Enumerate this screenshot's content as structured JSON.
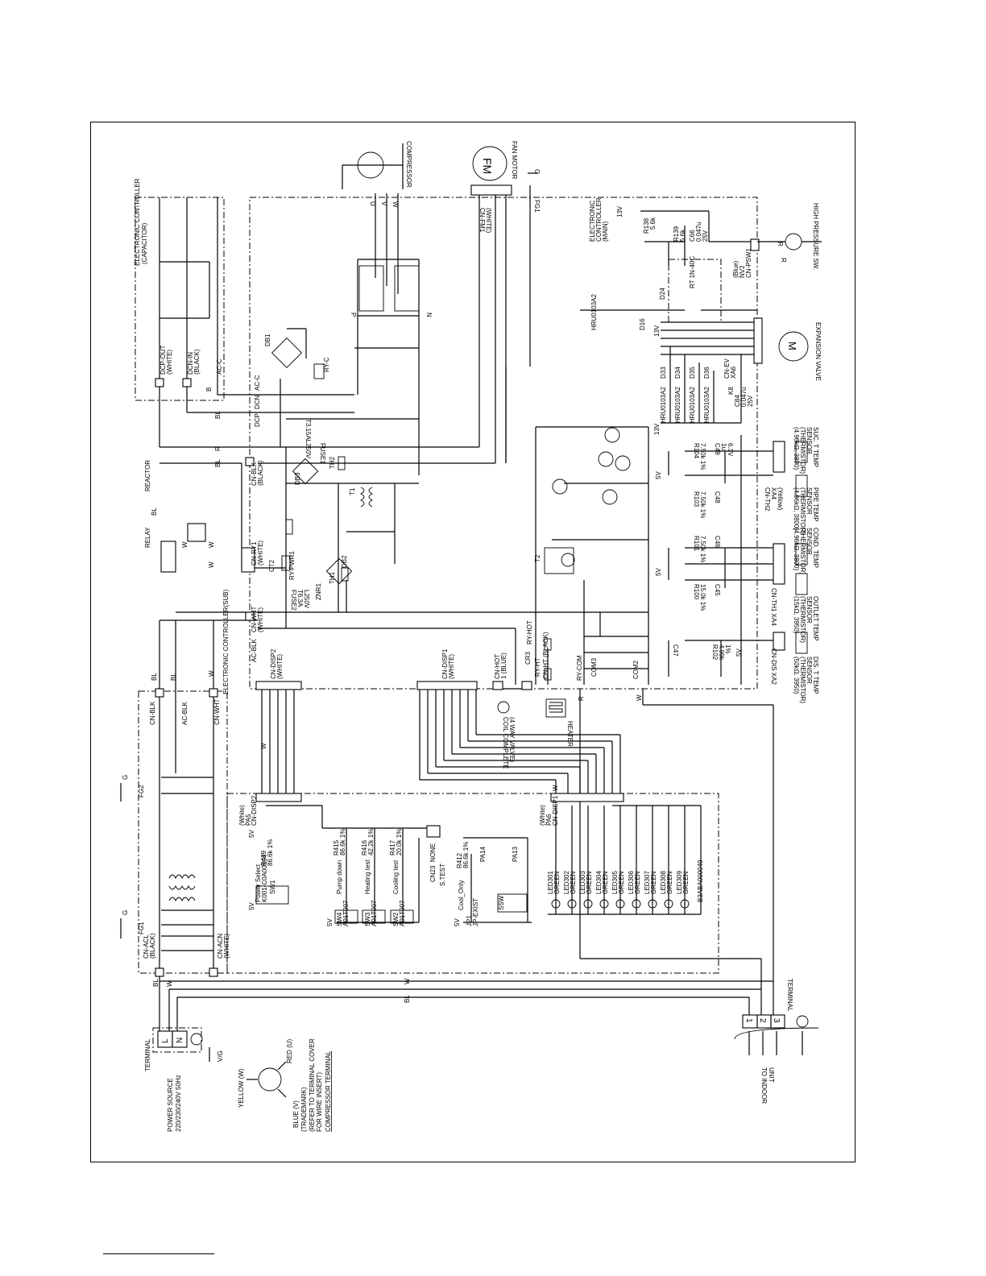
{
  "labels": {
    "compressor": "COMPRESSOR",
    "fan_motor": "FAN MOTOR",
    "fm": "FM",
    "high_pressure_sw": "HIGH PRESSURE SW.",
    "expansion_valve": "EXPANSION VALVE",
    "m": "M",
    "ec_capacitor_1": "ELECTRONIC CONTROLLER",
    "ec_capacitor_2": "(CAPACITOR)",
    "ec_main_1": "ELECTRONIC",
    "ec_main_2": "CONTROLLER",
    "ec_main_3": "(MAIN)",
    "ec_sub": "ELECTRONIC CONTROLLER(SUB)",
    "reactor": "REACTOR",
    "relay": "RELAY",
    "heater": "HEATER",
    "coil_complete_1": "COIL COMPLETE",
    "coil_complete_2": "(4 WAY VALVE)",
    "fuse1": "FUSE1",
    "fuse1_rating": "T3.15AL250V",
    "fuse2": "FUSE2",
    "fuse2_rating_1": "T6.3A",
    "fuse2_rating_2": "L250V",
    "terminal": "TERMINAL",
    "terminal_indoor": "TERMINAL",
    "to_indoor_1": "TO INDOOR",
    "to_indoor_2": "UNIT",
    "power_source_1": "POWER SOURCE",
    "power_source_2": "220/230/240V 50Hz",
    "yellow_w": "YELLOW (W)",
    "red_u": "RED (U)",
    "blue_v": "BLUE (V)",
    "trademark": "(TRADEMARK)",
    "refer_cover_1": "(REFER TO TERMINAL COVER",
    "refer_cover_2": "FOR WIRE INSERT)",
    "compressor_terminal": "COMPRESSOR TERMINAL",
    "cn_fm1": "CN-FM1",
    "cn_fm1_color": "(WHITE)",
    "fg1": "FG1",
    "fg2": "FG2",
    "dcp_out": "DCP-OUT",
    "dcp_out_color": "(WHITE)",
    "dcn_in": "DCN-IN",
    "dcn_in_color": "(BLACK)",
    "ac_c": "AC-C",
    "dcp": "DCP",
    "dcn": "DCN",
    "db1": "DB1",
    "db2": "DB2",
    "db3": "DB3",
    "ry_c": "RY-C",
    "ry_pwr1": "RY-PWR1",
    "ry_hot": "RY-HOT",
    "ry_ht": "RY-HT",
    "ry_com": "RY-COM",
    "ct2": "CT2",
    "znr1": "ZNR1",
    "th1": "TH1",
    "th2": "TH2",
    "t1": "T1",
    "t2": "T2",
    "cr3": "CR3",
    "cn_blk": "CN-BLK",
    "cn_blk_color": "(BLACK)",
    "cn_ry1": "CN-RY1",
    "cn_ry1_color": "(WHITE)",
    "cn_wht": "CN-WHT",
    "cn_wht_color": "(WHITE)",
    "ac_blk": "AC-BLK",
    "cn_disp2": "CN-DISP2",
    "cn_disp2_color": "(WHITE)",
    "cn_disp1": "CN-DISP1",
    "cn_disp1_color": "(WHITE)",
    "cn_hot": "CN-HOT",
    "cn_hot_color": "1 (BLUE)",
    "cn_ht": "CN-HT (BLACK)",
    "com3": "COM3",
    "com2": "COM2",
    "cn_acl": "CN-ACL",
    "cn_acl_color": "(BLACK)",
    "cn_acn": "CN-ACN",
    "cn_acn_color": "(WHITE)",
    "cn_ev": "CN-EV",
    "xa6": "XA6",
    "cn_psw1": "CN-PSW1",
    "cn_psw1_b": "NV2",
    "cn_psw1_color": "(Blue)",
    "rt": "RT 1N-40C",
    "d16": "D16",
    "d24": "D24",
    "d33": "D33",
    "d34": "D34",
    "d35": "D35",
    "d36": "D36",
    "hrd_part": "HRU0103A2",
    "v13": "13V",
    "v5": "5V",
    "r138": "R138",
    "r138_val": "5.6k",
    "r139": "R139",
    "r139_val": "5.6k",
    "c66": "C66",
    "c66_val": "0.047u",
    "c66_v": "25V",
    "k8": "K8",
    "c84": "C84",
    "c84_val": "0.047u",
    "c84_v": "25V",
    "sensor_suc_1": "SUC. T TEMP",
    "sensor_suc_2": "SENSOR",
    "sensor_suc_3": "(THERMISTOR)",
    "sensor_suc_4": "(4.96kΩ, 3800)",
    "sensor_pipe_1": "PIPE TEMP",
    "sensor_pipe_2": "SENSOR",
    "sensor_pipe_3": "(THERMISTOR)",
    "sensor_pipe_4": "(4.96kΩ, 3800)",
    "sensor_cond_1": "COND. TEMP",
    "sensor_cond_2": "SENSOR",
    "sensor_cond_3": "(THERMISTOR)",
    "sensor_cond_4": "(4.96kΩ, 3800)",
    "sensor_outlet_1": "OUTLET TEMP",
    "sensor_outlet_2": "SENSOR",
    "sensor_outlet_3": "(THERMISTOR)",
    "sensor_outlet_4": "(15kΩ, 3950)",
    "sensor_dis_1": "DIS. T TEMP",
    "sensor_dis_2": "SENSOR",
    "sensor_dis_3": "(THERMISTOR)",
    "sensor_dis_4": "(50kΩ, 3950)",
    "cn_th2": "CN-TH2",
    "xa4": "XA4",
    "yellow": "(Yellow)",
    "cn_th1_xa4": "CN-TH1 XA4",
    "cn_dis_xa2": "CN-DIS XA2",
    "r104": "R104",
    "r104_val": "7.50k 1%",
    "r103": "R103",
    "r103_val": "7.50k 1%",
    "r101": "R101",
    "r101_val": "7.50k 1%",
    "r100": "R100",
    "r100_val": "15.0k 1%",
    "r102": "R102",
    "r102_val": "4.99k",
    "r102_pct": "1%",
    "c49": "C49",
    "c48": "C48",
    "c46": "C46",
    "c45": "C45",
    "c47": "C47",
    "cap_1u": "1u",
    "cap_63v": "6.3V",
    "cn_disp2_lbl": "(White)",
    "pa5": "PA5",
    "cn_disp1_lbl": "(White)",
    "pa6": "PA6",
    "r409": "R409",
    "r409_val": "86.6k 1%",
    "r415": "R415",
    "r415_val": "86.6k 1%",
    "r416": "R416",
    "r416_val": "42.2k 1%",
    "r417": "R417",
    "r417_val": "20.0k 1%",
    "r412": "R412",
    "r412_val": "86.6k 1%",
    "power_select": "Power Select",
    "part_sw": "K001-C0A00104",
    "sw1": "SW1",
    "pump_down": "Pump down",
    "heating_test": "Heating test",
    "cooling_test": "Cooling test",
    "sw4": "SW4",
    "sw3": "SW3",
    "sw2": "SW2",
    "a01t007": "A01T007",
    "none_lbl": "NONE",
    "cn23": "CN23",
    "s_test": "S.TEST",
    "cool_only": "Cool_Only",
    "jp1": "JP1",
    "jp_exist": "JP-EXIST",
    "pa14": "PA14",
    "pa13": "PA13",
    "ssw": "SSW",
    "led301": "LED301",
    "led302": "LED302",
    "led303": "LED303",
    "led304": "LED304",
    "led305": "LED305",
    "led306": "LED306",
    "led307": "LED307",
    "led308": "LED308",
    "led309": "LED309",
    "green": "GREEN",
    "b3aba": "B3ABA000049",
    "wire_bl": "BL",
    "wire_w": "W",
    "wire_r": "R",
    "wire_b": "B",
    "term_l": "L",
    "term_n": "N",
    "term_1": "1",
    "term_2": "2",
    "term_3": "3",
    "ground": "G",
    "vg": "V/G",
    "u": "U",
    "v": "V",
    "w": "W",
    "p": "P",
    "n": "N"
  }
}
